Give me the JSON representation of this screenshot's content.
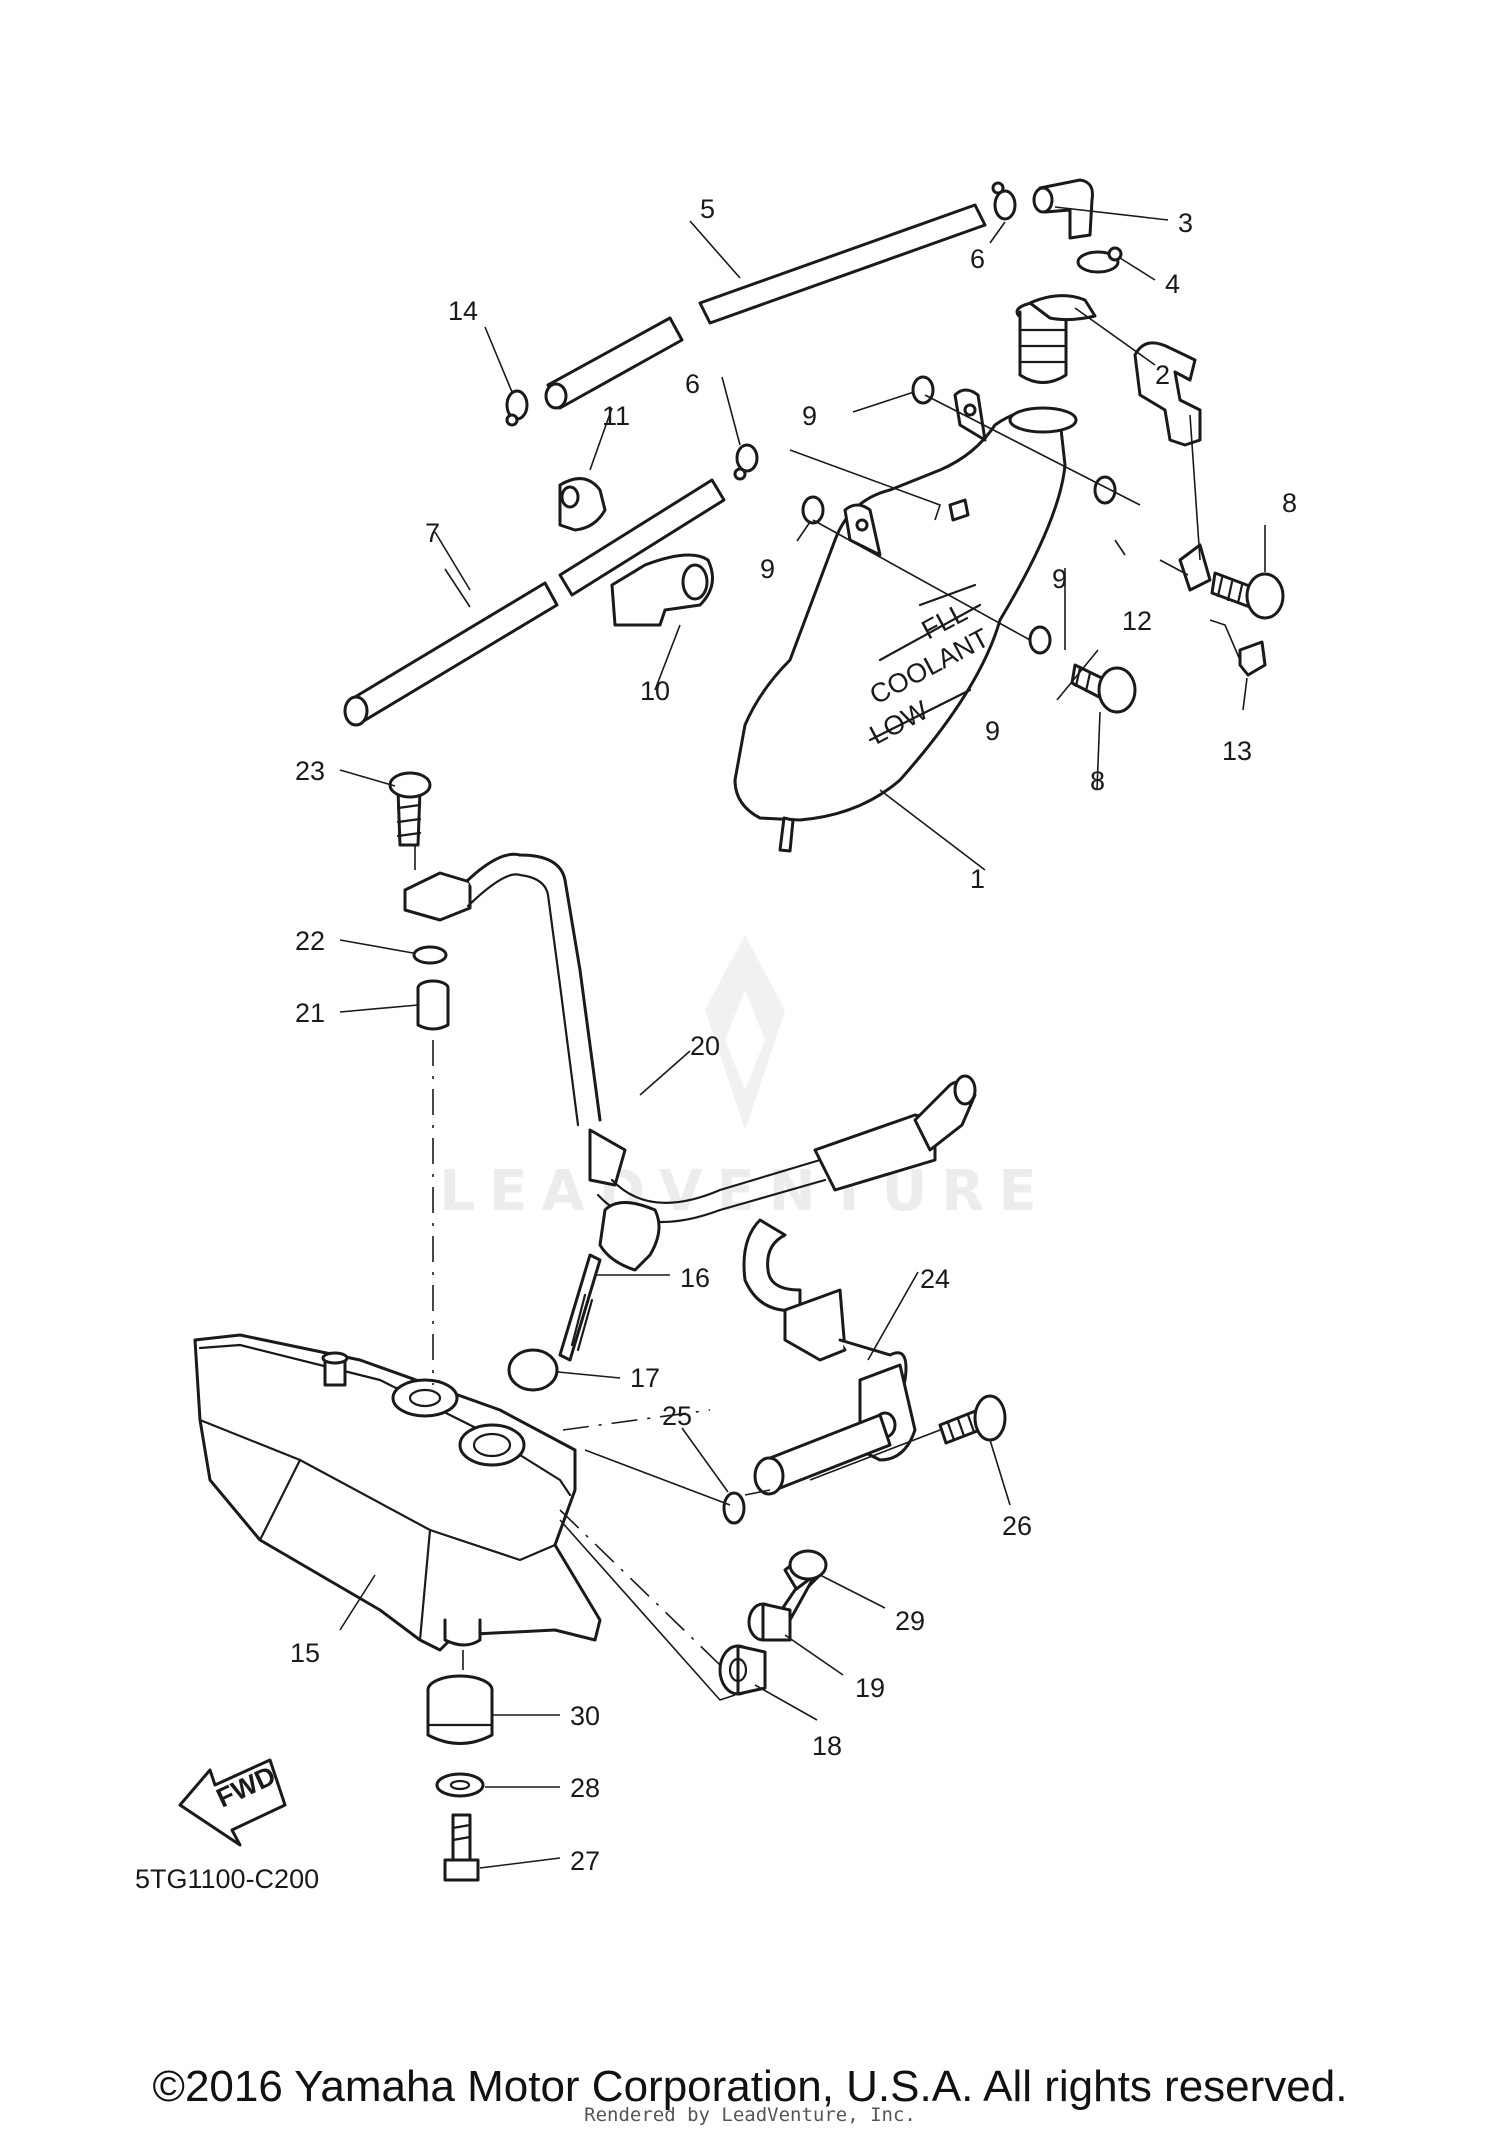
{
  "diagram_code": "5TG1100-C200",
  "copyright": "©2016 Yamaha Motor Corporation, U.S.A. All rights reserved.",
  "rendered_by": "Rendered by LeadVenture, Inc.",
  "watermark": "LEADVENTURE",
  "fwd_label": "FWD",
  "tank_text": {
    "full": "FLL",
    "coolant": "COOLANT",
    "low": "LOW"
  },
  "callouts": [
    {
      "id": "c1",
      "text": "1"
    },
    {
      "id": "c2",
      "text": "2"
    },
    {
      "id": "c3",
      "text": "3"
    },
    {
      "id": "c4",
      "text": "4"
    },
    {
      "id": "c5",
      "text": "5"
    },
    {
      "id": "c6a",
      "text": "6"
    },
    {
      "id": "c6b",
      "text": "6"
    },
    {
      "id": "c7",
      "text": "7"
    },
    {
      "id": "c8a",
      "text": "8"
    },
    {
      "id": "c8b",
      "text": "8"
    },
    {
      "id": "c9a",
      "text": "9"
    },
    {
      "id": "c9b",
      "text": "9"
    },
    {
      "id": "c9c",
      "text": "9"
    },
    {
      "id": "c9d",
      "text": "9"
    },
    {
      "id": "c10",
      "text": "10"
    },
    {
      "id": "c11",
      "text": "11"
    },
    {
      "id": "c12",
      "text": "12"
    },
    {
      "id": "c13",
      "text": "13"
    },
    {
      "id": "c14",
      "text": "14"
    },
    {
      "id": "c15",
      "text": "15"
    },
    {
      "id": "c16",
      "text": "16"
    },
    {
      "id": "c17",
      "text": "17"
    },
    {
      "id": "c18",
      "text": "18"
    },
    {
      "id": "c19",
      "text": "19"
    },
    {
      "id": "c20",
      "text": "20"
    },
    {
      "id": "c21",
      "text": "21"
    },
    {
      "id": "c22",
      "text": "22"
    },
    {
      "id": "c23",
      "text": "23"
    },
    {
      "id": "c24",
      "text": "24"
    },
    {
      "id": "c25",
      "text": "25"
    },
    {
      "id": "c26",
      "text": "26"
    },
    {
      "id": "c27",
      "text": "27"
    },
    {
      "id": "c28",
      "text": "28"
    },
    {
      "id": "c29",
      "text": "29"
    },
    {
      "id": "c30",
      "text": "30"
    }
  ]
}
